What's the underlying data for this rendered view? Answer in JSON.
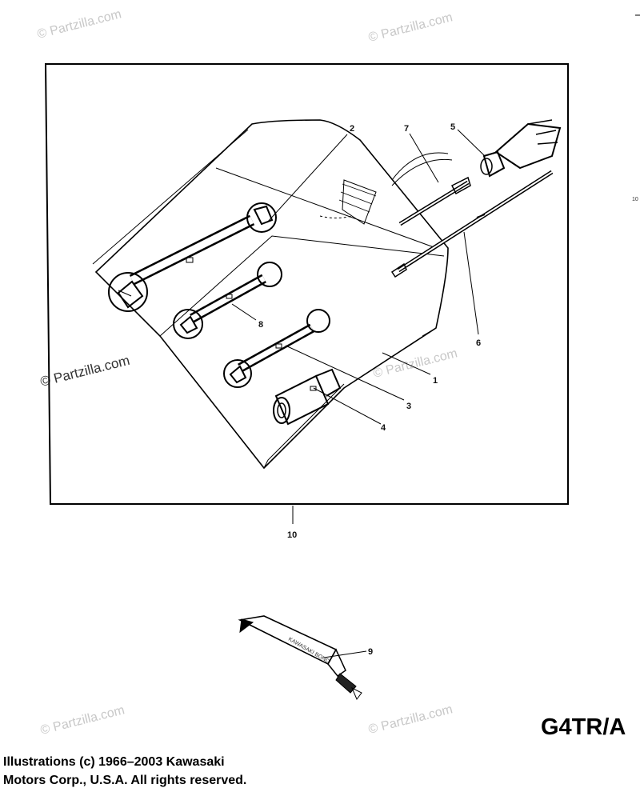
{
  "watermark": "© Partzilla.com",
  "callouts": [
    "1",
    "2",
    "3",
    "4",
    "5",
    "6",
    "7",
    "8",
    "9",
    "10"
  ],
  "edge_label": "10",
  "tube_text": "KAWASAKI BOND",
  "model_code": "G4TR/A",
  "copyright": {
    "line1": "Illustrations (c) 1966–2003 Kawasaki",
    "line2": "Motors Corp., U.S.A.  All rights reserved."
  },
  "colors": {
    "ink": "#000000",
    "watermark": "#c8c8c8"
  }
}
